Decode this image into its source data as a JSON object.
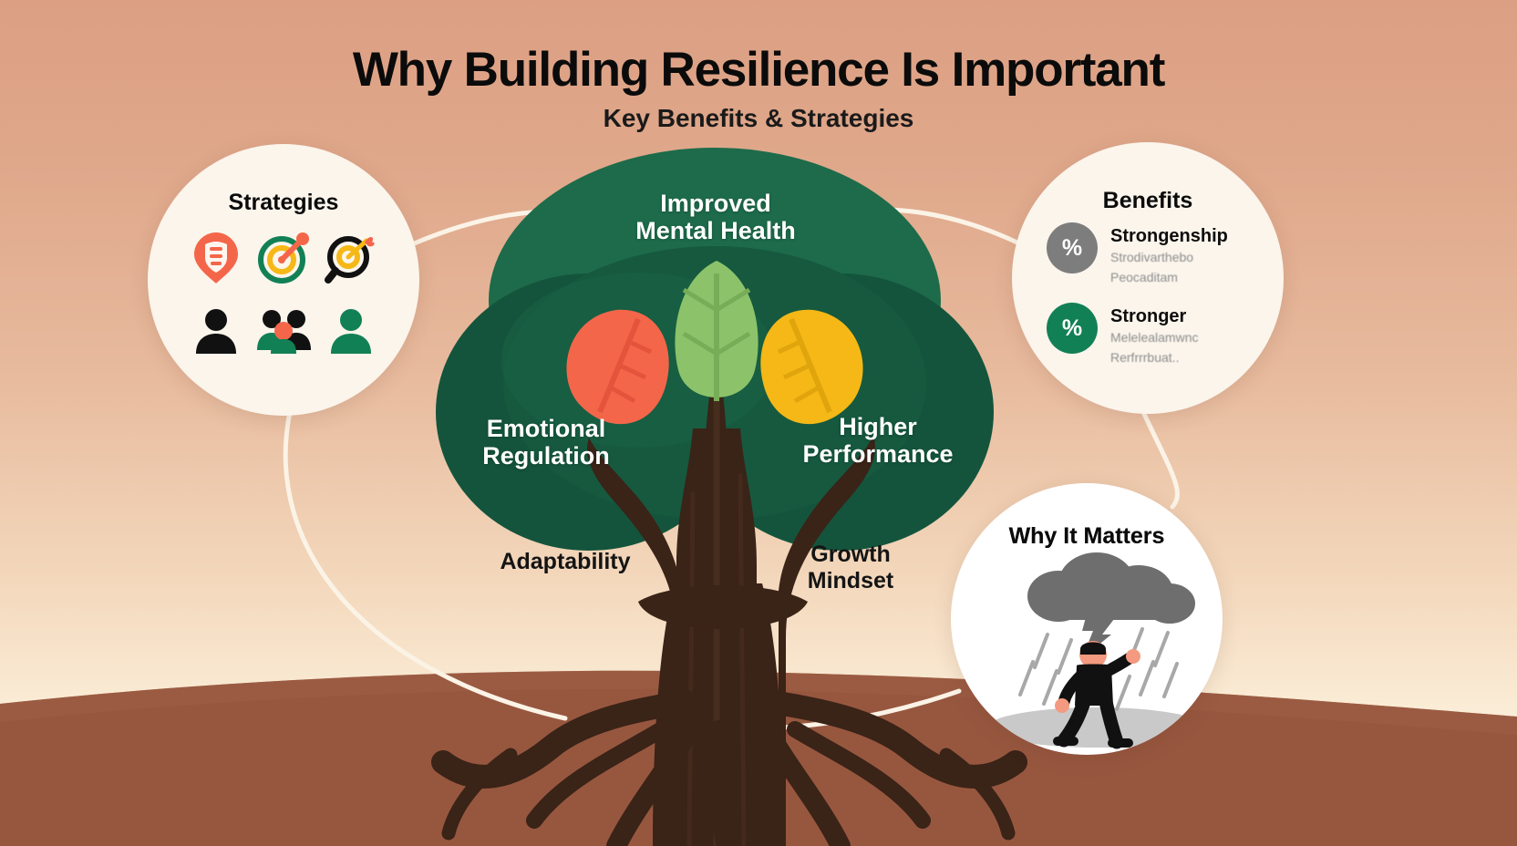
{
  "header": {
    "title": "Why Building Resilience Is Important",
    "subtitle": "Key Benefits & Strategies"
  },
  "theme": {
    "bg_top": "#dc9f83",
    "bg_bottom": "#fdf3e2",
    "soil": "#97573f",
    "canopy_dark": "#14543c",
    "canopy_mid": "#1d6b4a",
    "trunk": "#3a2317",
    "bubble_cream": "#fbf5ec",
    "bubble_white": "#ffffff",
    "accent_coral": "#f4664a",
    "accent_green": "#128055",
    "accent_yellow": "#f5b816",
    "accent_gray": "#7d7d7d",
    "leaf_red": "#f4664a",
    "leaf_green": "#8cc36a",
    "leaf_yellow": "#f5b816",
    "connector": "#fbf3e6"
  },
  "tree": {
    "canopy_labels": [
      {
        "id": "top",
        "text": "Improved\nMental Health",
        "line1": "Improved",
        "line2": "Mental Health"
      },
      {
        "id": "left",
        "text": "Emotional\nRegulation",
        "line1": "Emotional",
        "line2": "Regulation"
      },
      {
        "id": "right",
        "text": "Higher\nPerformance",
        "line1": "Higher",
        "line2": "Performance"
      }
    ],
    "ground_labels": [
      {
        "id": "left",
        "line1": "Adaptability",
        "line2": ""
      },
      {
        "id": "right",
        "line1": "Growth",
        "line2": "Mindset"
      }
    ],
    "leaves": [
      {
        "name": "leaf-red",
        "color": "#f4664a"
      },
      {
        "name": "leaf-green",
        "color": "#8cc36a"
      },
      {
        "name": "leaf-yellow",
        "color": "#f5b816"
      }
    ]
  },
  "strategies": {
    "title": "Strategies",
    "icons": [
      {
        "name": "shield-pin-icon",
        "color": "#f4664a"
      },
      {
        "name": "target-dart-icon",
        "color": "#128055"
      },
      {
        "name": "search-target-dart-icon",
        "color": "#111111"
      },
      {
        "name": "person-icon",
        "color": "#111111"
      },
      {
        "name": "people-group-icon",
        "color": "#128055"
      },
      {
        "name": "person-green-icon",
        "color": "#128055"
      }
    ]
  },
  "benefits": {
    "title": "Benefits",
    "items": [
      {
        "badge": "%",
        "badge_color": "#7d7d7d",
        "heading": "Strongenship",
        "sub_line1": "Strodivarthebo",
        "sub_line2": "Peocaditam"
      },
      {
        "badge": "%",
        "badge_color": "#128055",
        "heading": "Stronger",
        "sub_line1": "Melelealamwnc",
        "sub_line2": "Rerfrrrbuat.."
      }
    ]
  },
  "why_it_matters": {
    "title": "Why It Matters",
    "illustration": {
      "cloud": "storm-cloud-icon",
      "rain": "rain-streaks-icon",
      "person": "walking-person-icon"
    }
  }
}
